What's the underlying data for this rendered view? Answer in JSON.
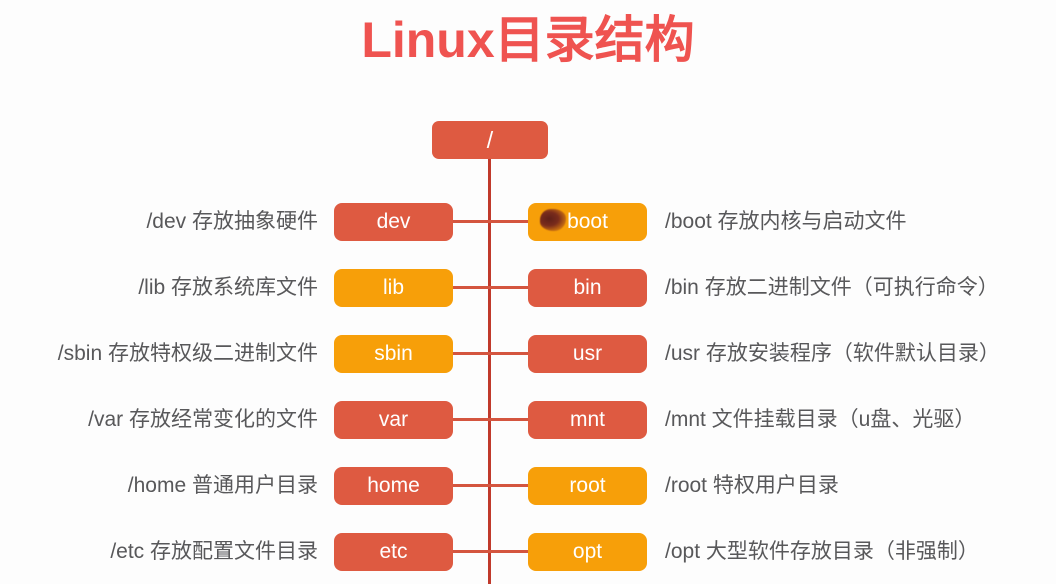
{
  "title": "Linux目录结构",
  "colors": {
    "title": "#ef5350",
    "coral": "#de5a41",
    "orange": "#f79f09",
    "line": "#d4553f",
    "trunk": "#c0392b",
    "label_text": "#58585a",
    "background": "#fdfdfd"
  },
  "root": {
    "name": "/",
    "color": "coral"
  },
  "rows": [
    {
      "left": {
        "node": "dev",
        "color": "coral",
        "label": "/dev 存放抽象硬件"
      },
      "right": {
        "node": "boot",
        "color": "orange",
        "label": "/boot 存放内核与启动文件",
        "artifact": "smudge"
      }
    },
    {
      "left": {
        "node": "lib",
        "color": "orange",
        "label": "/lib 存放系统库文件"
      },
      "right": {
        "node": "bin",
        "color": "coral",
        "label": "/bin 存放二进制文件（可执行命令）"
      }
    },
    {
      "left": {
        "node": "sbin",
        "color": "orange",
        "label": "/sbin 存放特权级二进制文件"
      },
      "right": {
        "node": "usr",
        "color": "coral",
        "label": "/usr 存放安装程序（软件默认目录）"
      }
    },
    {
      "left": {
        "node": "var",
        "color": "coral",
        "label": "/var 存放经常变化的文件"
      },
      "right": {
        "node": "mnt",
        "color": "coral",
        "label": "/mnt 文件挂载目录（u盘、光驱）"
      }
    },
    {
      "left": {
        "node": "home",
        "color": "coral",
        "label": "/home 普通用户目录"
      },
      "right": {
        "node": "root",
        "color": "orange",
        "label": "/root 特权用户目录"
      }
    },
    {
      "left": {
        "node": "etc",
        "color": "coral",
        "label": "/etc 存放配置文件目录"
      },
      "right": {
        "node": "opt",
        "color": "orange",
        "label": "/opt 大型软件存放目录（非强制）"
      }
    }
  ]
}
